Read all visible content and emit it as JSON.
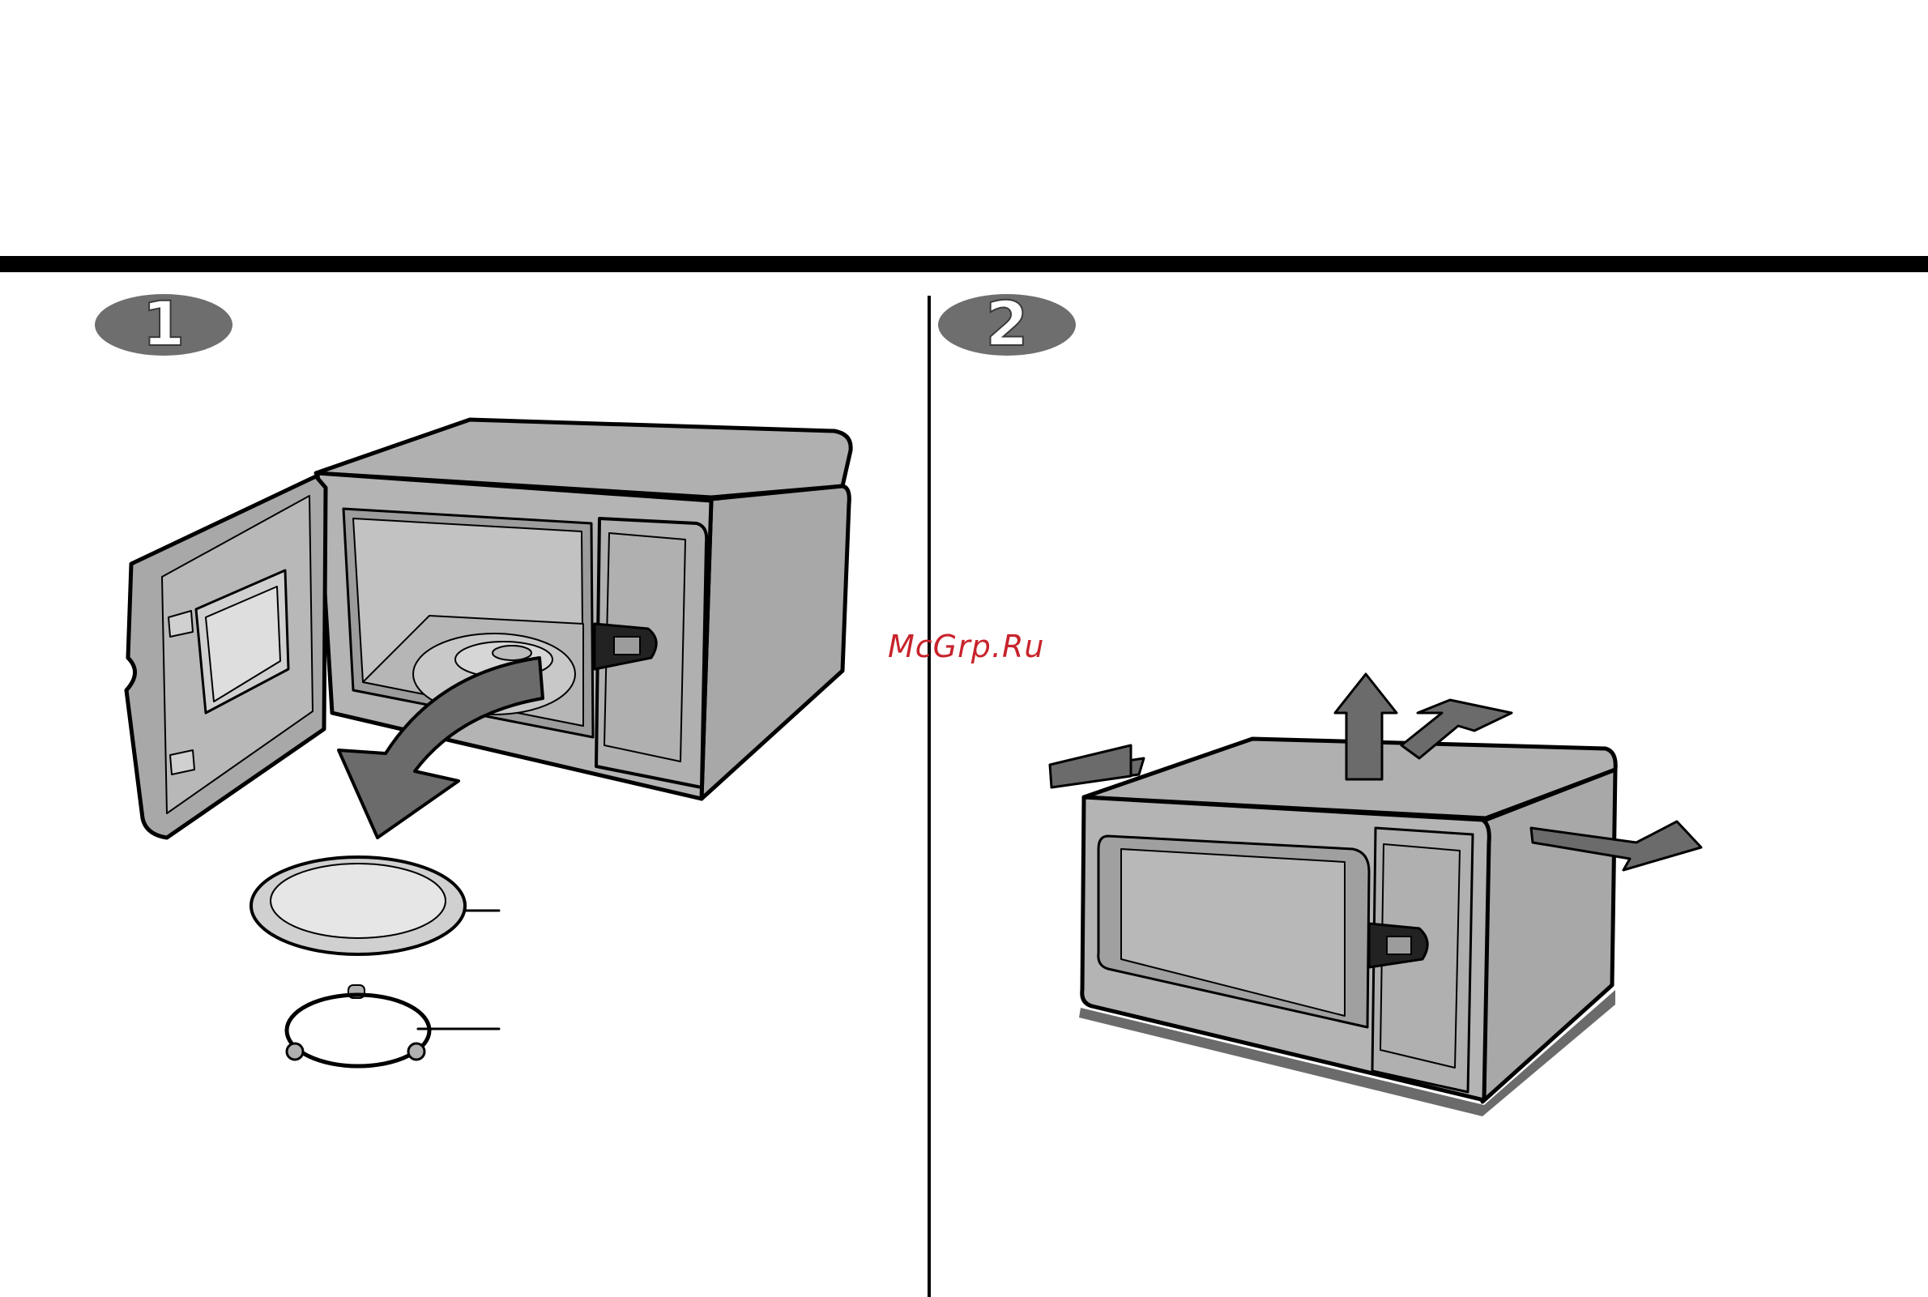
{
  "steps": [
    {
      "number": "1"
    },
    {
      "number": "2"
    }
  ],
  "watermark": "McGrp.Ru",
  "colors": {
    "body_gray": "#b0b0b0",
    "dark_gray": "#6b6b6b",
    "light_gray": "#d8d8d8",
    "badge_gray": "#6e6e6e",
    "watermark_red": "#c8232c"
  }
}
